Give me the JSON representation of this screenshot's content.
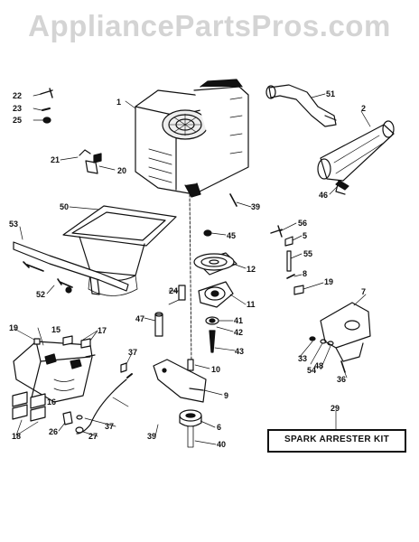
{
  "watermark": "AppliancePartsPros.com",
  "kit_label": "SPARK ARRESTER KIT",
  "part_numbers": [
    "1",
    "2",
    "5",
    "6",
    "7",
    "8",
    "9",
    "10",
    "11",
    "12",
    "15",
    "16",
    "17",
    "18",
    "19",
    "19",
    "20",
    "21",
    "22",
    "23",
    "24",
    "25",
    "26",
    "27",
    "29",
    "33",
    "36",
    "37",
    "37",
    "39",
    "39",
    "40",
    "41",
    "42",
    "43",
    "45",
    "46",
    "47",
    "48",
    "50",
    "51",
    "52",
    "53",
    "54",
    "55",
    "56"
  ]
}
